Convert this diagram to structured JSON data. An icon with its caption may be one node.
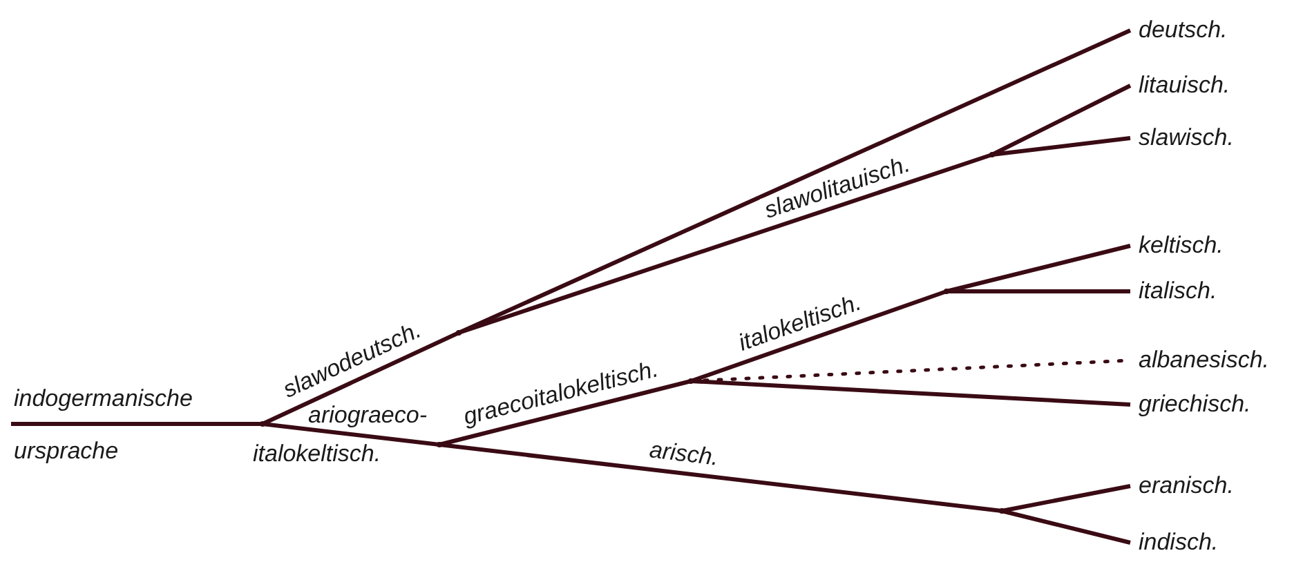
{
  "diagram": {
    "nodes": [
      {
        "text": [
          "indogermanische",
          "ursprache"
        ]
      },
      {
        "text": [],
        "shape": "point"
      },
      {
        "text": [],
        "shape": "point"
      },
      {
        "text": [
          "deutsch."
        ]
      },
      {
        "text": [],
        "shape": "point"
      },
      {
        "text": [
          "litauisch."
        ]
      },
      {
        "text": [
          "slawisch."
        ]
      },
      {
        "text": [],
        "shape": "point"
      },
      {
        "text": [],
        "shape": "point"
      },
      {
        "text": [],
        "shape": "point"
      },
      {
        "text": [
          "keltisch."
        ]
      },
      {
        "text": [
          "italisch."
        ]
      },
      {
        "text": [
          "albanesisch."
        ]
      },
      {
        "text": [
          "griechisch."
        ]
      },
      {
        "text": [],
        "shape": "point"
      },
      {
        "text": [
          "eranisch."
        ]
      },
      {
        "text": [
          "indisch."
        ]
      }
    ],
    "edges": [
      {
        "from": 0,
        "to": 1,
        "arrow": "none"
      },
      {
        "from": 1,
        "to": 2,
        "arrow": "none",
        "label": "slawodeutsch."
      },
      {
        "from": 2,
        "to": 3,
        "arrow": "none"
      },
      {
        "from": 2,
        "to": 4,
        "arrow": "none",
        "label": "slawolitauisch."
      },
      {
        "from": 4,
        "to": 5,
        "arrow": "none"
      },
      {
        "from": 4,
        "to": 6,
        "arrow": "none"
      },
      {
        "from": 1,
        "to": 7,
        "arrow": "none",
        "label": "ariograeco- italokeltisch."
      },
      {
        "from": 7,
        "to": 8,
        "arrow": "none",
        "label": "graecoitalokeltisch."
      },
      {
        "from": 8,
        "to": 9,
        "arrow": "none",
        "label": "italokeltisch."
      },
      {
        "from": 9,
        "to": 10,
        "arrow": "none"
      },
      {
        "from": 9,
        "to": 11,
        "arrow": "none"
      },
      {
        "from": 8,
        "to": 12,
        "arrow": "none",
        "style": "dashed"
      },
      {
        "from": 8,
        "to": 13,
        "arrow": "none"
      },
      {
        "from": 7,
        "to": 14,
        "arrow": "none",
        "label": "arisch."
      },
      {
        "from": 14,
        "to": 15,
        "arrow": "none"
      },
      {
        "from": 14,
        "to": 16,
        "arrow": "none"
      }
    ]
  }
}
